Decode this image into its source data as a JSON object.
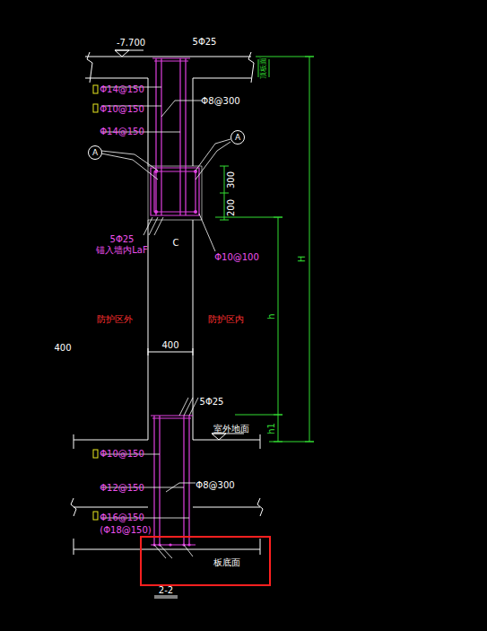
{
  "diagram": {
    "nodes": [
      {
        "text": [
          "A"
        ]
      },
      {
        "text": [
          "A"
        ]
      }
    ],
    "labels": [
      "-7.700",
      "5Φ25",
      "Φ14@150",
      "Φ10@150",
      "Φ14@150",
      "Φ8@300",
      "300",
      "200",
      "5Φ25",
      "锚入墙内LaF",
      "C",
      "Φ10@100",
      "防护区外",
      "防护区内",
      "400",
      "400",
      "H",
      "h",
      "h1",
      "5Φ25",
      "室外地面",
      "Φ10@150",
      "Φ12@150",
      "Φ8@300",
      "Φ16@150",
      "(Φ18@150)",
      "顶板面",
      "板底面",
      "2-2"
    ]
  }
}
